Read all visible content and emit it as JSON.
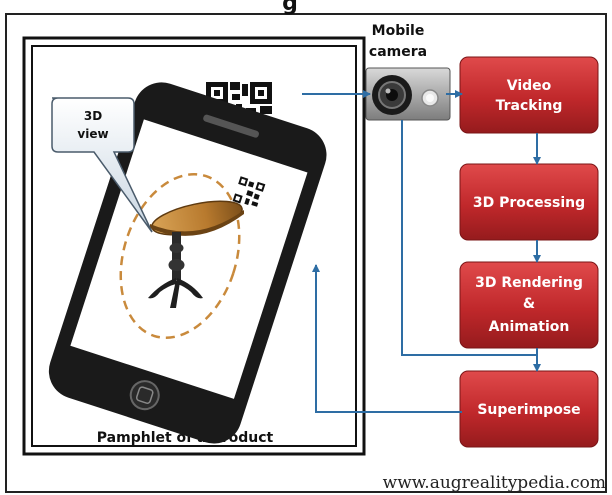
{
  "top_title_fragment": "g",
  "camera_label": {
    "line1": "Mobile",
    "line2": "camera"
  },
  "callout_label": {
    "line1": "3D",
    "line2": "view"
  },
  "pamphlet_label": "Pamphlet of a Product",
  "process_steps": [
    {
      "lines": [
        "Video",
        "Tracking"
      ]
    },
    {
      "lines": [
        "3D Processing"
      ]
    },
    {
      "lines": [
        "3D Rendering",
        "&",
        "Animation"
      ]
    },
    {
      "lines": [
        "Superimpose"
      ]
    }
  ],
  "footer_url": "www.augrealitypedia.com",
  "colors": {
    "process_box": "#c0282b",
    "process_box_dark": "#8e1a1c",
    "arrow": "#2e6da4",
    "phone": "#1a1a1a",
    "dashed_ellipse": "#c98a3c",
    "table_top": "#b87a2e"
  },
  "icons": [
    "qr-code-icon",
    "mobile-camera-icon",
    "phone-icon",
    "table-3d-model-icon"
  ]
}
